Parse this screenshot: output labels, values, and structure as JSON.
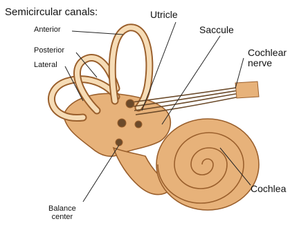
{
  "labels": {
    "semicircular_canals": "Semicircular canals:",
    "anterior": "Anterior",
    "posterior": "Posterior",
    "lateral": "Lateral",
    "utricle": "Utricle",
    "saccule": "Saccule",
    "cochlear_nerve_line1": "Cochlear",
    "cochlear_nerve_line2": "nerve",
    "cochlea": "Cochlea",
    "balance_center_line1": "Balance",
    "balance_center_line2": "center"
  },
  "colors": {
    "tissue_fill": "#e7b27a",
    "tissue_light": "#f6dcb6",
    "tissue_outline": "#9a5f2c",
    "nerve_dark": "#6b4a2a",
    "leader_line": "#222222"
  }
}
